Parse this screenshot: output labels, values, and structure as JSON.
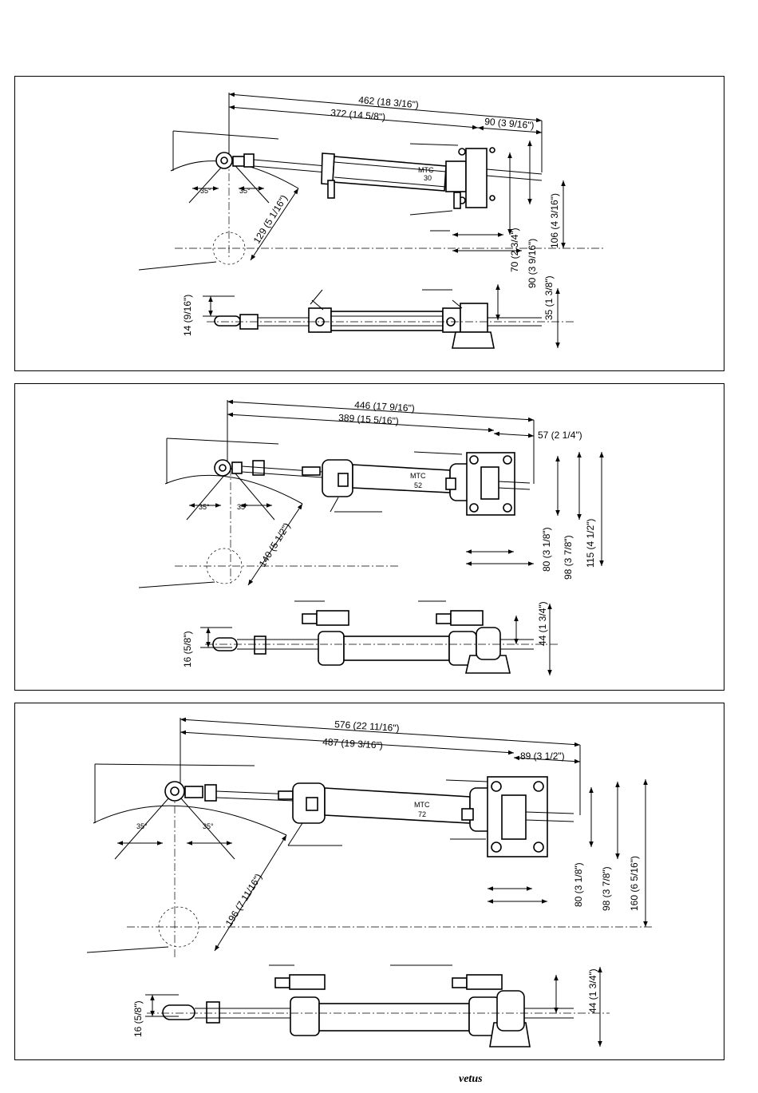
{
  "panels": [
    {
      "model": "MTC",
      "model_size": "30",
      "dims": {
        "overall_length": "462 (18 3/16\")",
        "length": "372 (14 5/8\")",
        "bracket": "90 (3 9/16\")",
        "radius": "129 (5 1/16\")",
        "angle_left": "35°",
        "angle_right": "35°",
        "v_height_1": "106 (4 3/16\")",
        "v_height_2": "70 (2 3/4\")",
        "v_height_3": "90 (3 9/16\")",
        "side_height": "35 (1 3/8\")",
        "side_eye": "14 (9/16\")"
      }
    },
    {
      "model": "MTC",
      "model_size": "52",
      "dims": {
        "overall_length": "446 (17 9/16\")",
        "length": "389 (15 5/16\")",
        "bracket": "57 (2 1/4\")",
        "radius": "140 (5 1/2\")",
        "angle_left": "35°",
        "angle_right": "35°",
        "v_height_1": "80 (3 1/8\")",
        "v_height_2": "98 (3 7/8\")",
        "v_height_3": "115 (4 1/2\")",
        "side_height": "44 (1 3/4\")",
        "side_eye": "16 (5/8\")"
      }
    },
    {
      "model": "MTC",
      "model_size": "72",
      "dims": {
        "overall_length": "576 (22 11/16\")",
        "length": "487 (19 3/16\")",
        "bracket": "89 (3 1/2\")",
        "radius": "196 (7 11/16\")",
        "angle_left": "35°",
        "angle_right": "35°",
        "v_height_1": "80 (3 1/8\")",
        "v_height_2": "98 (3 7/8\")",
        "v_height_3": "160 (6 5/16\")",
        "side_height": "44 (1 3/4\")",
        "side_eye": "16 (5/8\")"
      }
    }
  ],
  "logo": "vetus"
}
